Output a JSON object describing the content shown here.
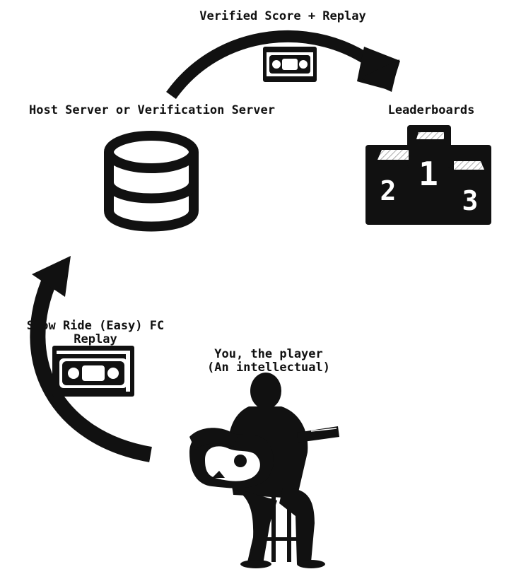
{
  "labels": {
    "verified": "Verified Score + Replay",
    "server": "Host Server or Verification Server",
    "leaderboards": "Leaderboards",
    "replay_line1": "Slow Ride (Easy) FC",
    "replay_line2": "Replay",
    "player_line1": "You, the player",
    "player_line2": "(An intellectual)"
  },
  "podium": {
    "first": "1",
    "second": "2",
    "third": "3"
  },
  "icons": {
    "server": "database-icon",
    "leaderboard": "podium-icon",
    "tape": "vhs-tape-icon",
    "player": "guitarist-silhouette-icon"
  },
  "colors": {
    "ink": "#111111",
    "background": "#ffffff",
    "hatch": "#dddddd"
  }
}
